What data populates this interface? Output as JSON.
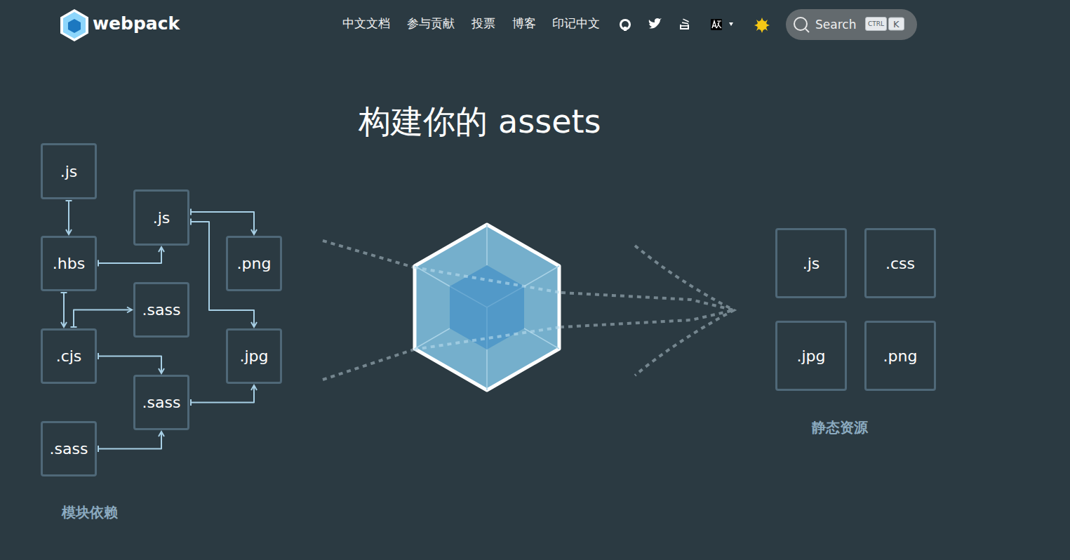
{
  "diagram": {
    "title": "构建你的 assets",
    "nodes": [
      {
        "text": [
          ".js"
        ]
      },
      {
        "text": [
          ".js"
        ]
      },
      {
        "text": [
          ".hbs"
        ]
      },
      {
        "text": [
          ".png"
        ]
      },
      {
        "text": [
          ".sass"
        ]
      },
      {
        "text": [
          ".cjs"
        ]
      },
      {
        "text": [
          ".jpg"
        ]
      },
      {
        "text": [
          ".sass"
        ]
      },
      {
        "text": [
          ".sass"
        ]
      },
      {
        "text": [
          ".js"
        ]
      },
      {
        "text": [
          ".css"
        ]
      },
      {
        "text": [
          ".jpg"
        ]
      },
      {
        "text": [
          ".png"
        ]
      }
    ],
    "edges": [
      {
        "from": 0,
        "to": 2,
        "arrow": "to"
      },
      {
        "from": 2,
        "to": 1,
        "arrow": "to"
      },
      {
        "from": 1,
        "to": 3,
        "arrow": "to"
      },
      {
        "from": 1,
        "to": 6,
        "arrow": "to"
      },
      {
        "from": 2,
        "to": 5,
        "arrow": "to"
      },
      {
        "from": 5,
        "to": 4,
        "arrow": "to"
      },
      {
        "from": 5,
        "to": 7,
        "arrow": "to"
      },
      {
        "from": 7,
        "to": 6,
        "arrow": "to"
      },
      {
        "from": 8,
        "to": 7,
        "arrow": "to"
      }
    ],
    "labels": [
      "webpack",
      "中文文档",
      "参与贡献",
      "投票",
      "博客",
      "印记中文",
      "Search",
      "CTRL",
      "K",
      "模块依赖",
      "静态资源"
    ]
  }
}
